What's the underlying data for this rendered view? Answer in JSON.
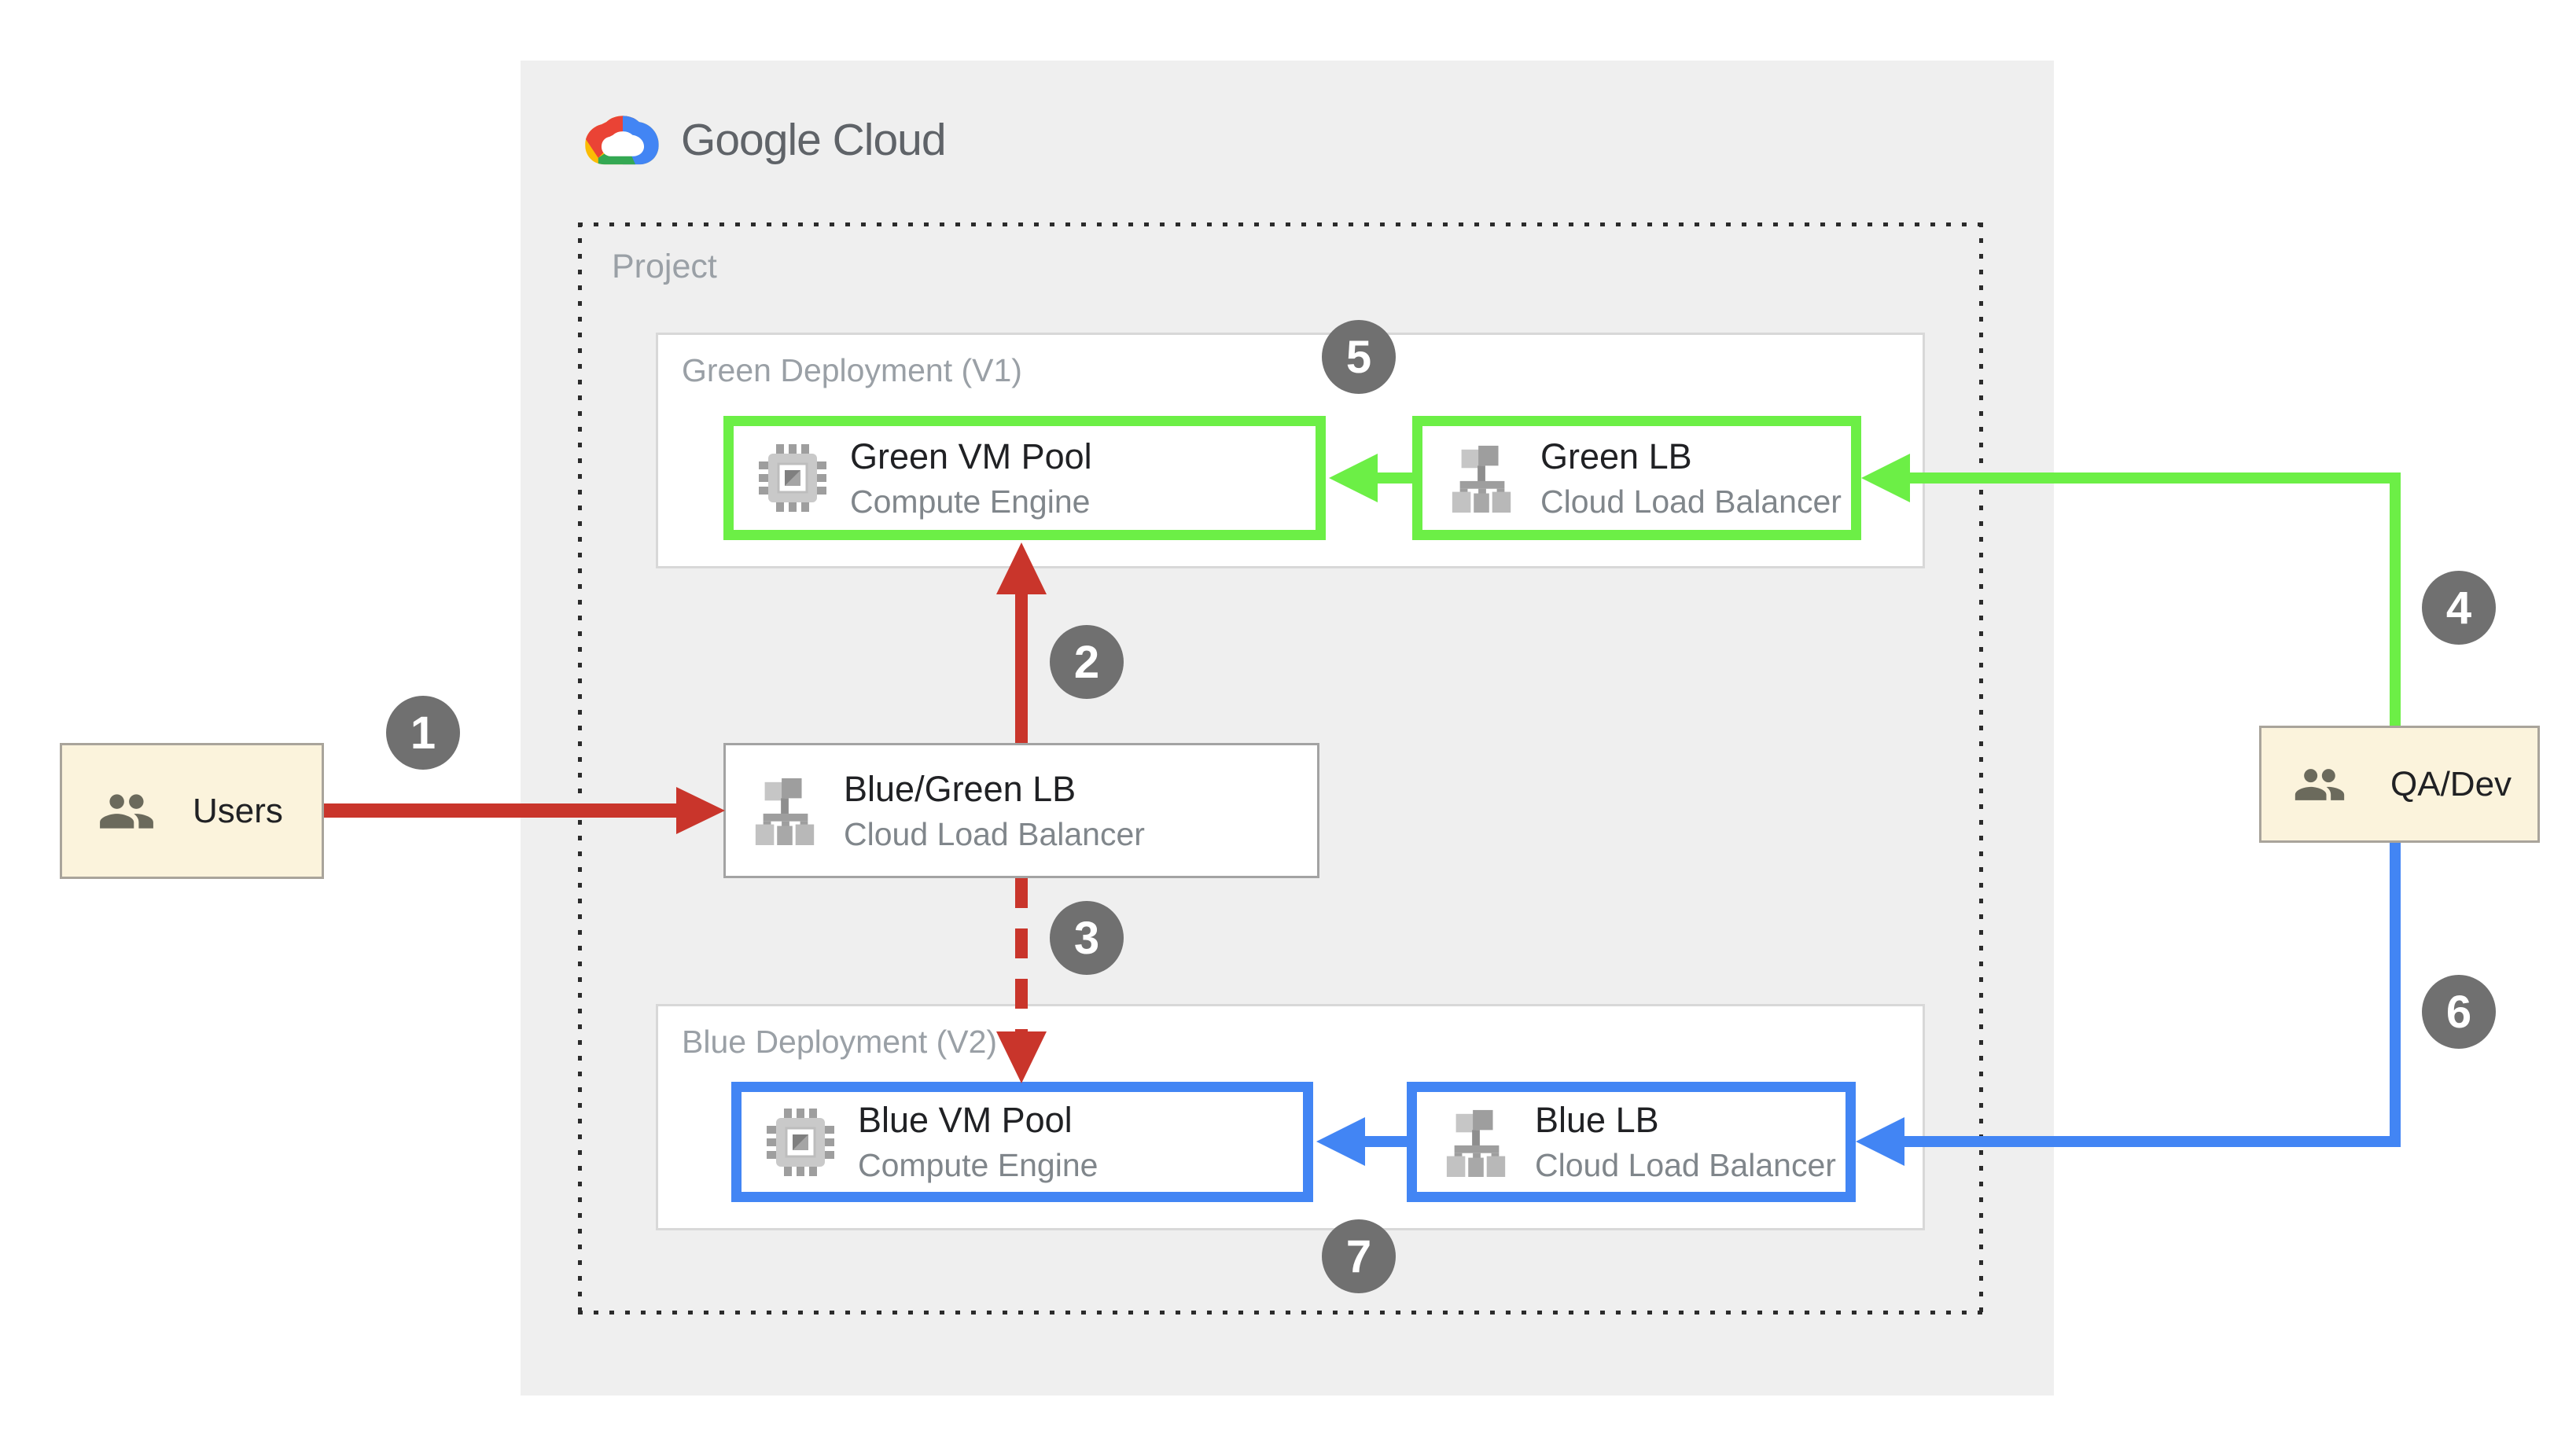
{
  "brand": {
    "name": "Google Cloud"
  },
  "project": {
    "label": "Project"
  },
  "green_deployment": {
    "label": "Green Deployment (V1)",
    "vm_pool": {
      "title": "Green VM Pool",
      "subtitle": "Compute Engine"
    },
    "lb": {
      "title": "Green LB",
      "subtitle": "Cloud Load Balancer"
    }
  },
  "blue_deployment": {
    "label": "Blue Deployment (V2)",
    "vm_pool": {
      "title": "Blue VM Pool",
      "subtitle": "Compute Engine"
    },
    "lb": {
      "title": "Blue LB",
      "subtitle": "Cloud Load Balancer"
    }
  },
  "router": {
    "title": "Blue/Green LB",
    "subtitle": "Cloud Load Balancer"
  },
  "actors": {
    "users": {
      "label": "Users"
    },
    "qa_dev": {
      "label": "QA/Dev"
    }
  },
  "steps": [
    {
      "n": "1"
    },
    {
      "n": "2"
    },
    {
      "n": "3"
    },
    {
      "n": "4"
    },
    {
      "n": "5"
    },
    {
      "n": "6"
    },
    {
      "n": "7"
    }
  ],
  "colors": {
    "green_accent": "#6CEF46",
    "blue_accent": "#4285F4",
    "red_accent": "#C9352B",
    "badge_gray": "#707070",
    "panel_gray": "#EFEFEF",
    "actor_cream": "#FBF3DC"
  }
}
